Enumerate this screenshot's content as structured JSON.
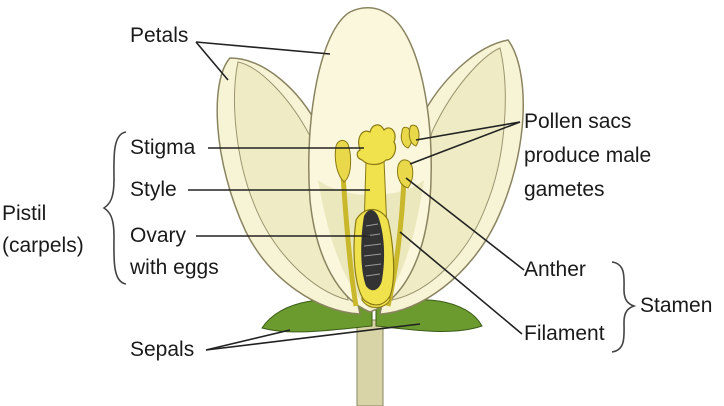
{
  "labels": {
    "petals": "Petals",
    "stigma": "Stigma",
    "style": "Style",
    "ovary_line1": "Ovary",
    "ovary_line2": "with eggs",
    "sepals": "Sepals",
    "pistil_line1": "Pistil",
    "pistil_line2": "(carpels)",
    "pollen_line1": "Pollen sacs",
    "pollen_line2": "produce male",
    "pollen_line3": "gametes",
    "anther": "Anther",
    "filament": "Filament",
    "stamen": "Stamen"
  },
  "colors": {
    "petal_fill": "#f7f4d6",
    "petal_stroke": "#8a8460",
    "sepal_fill": "#6b9a2e",
    "stamen_fill": "#e8d84a",
    "pistil_fill": "#f0e24c",
    "ovary_dark": "#333333",
    "leader": "#222222"
  }
}
